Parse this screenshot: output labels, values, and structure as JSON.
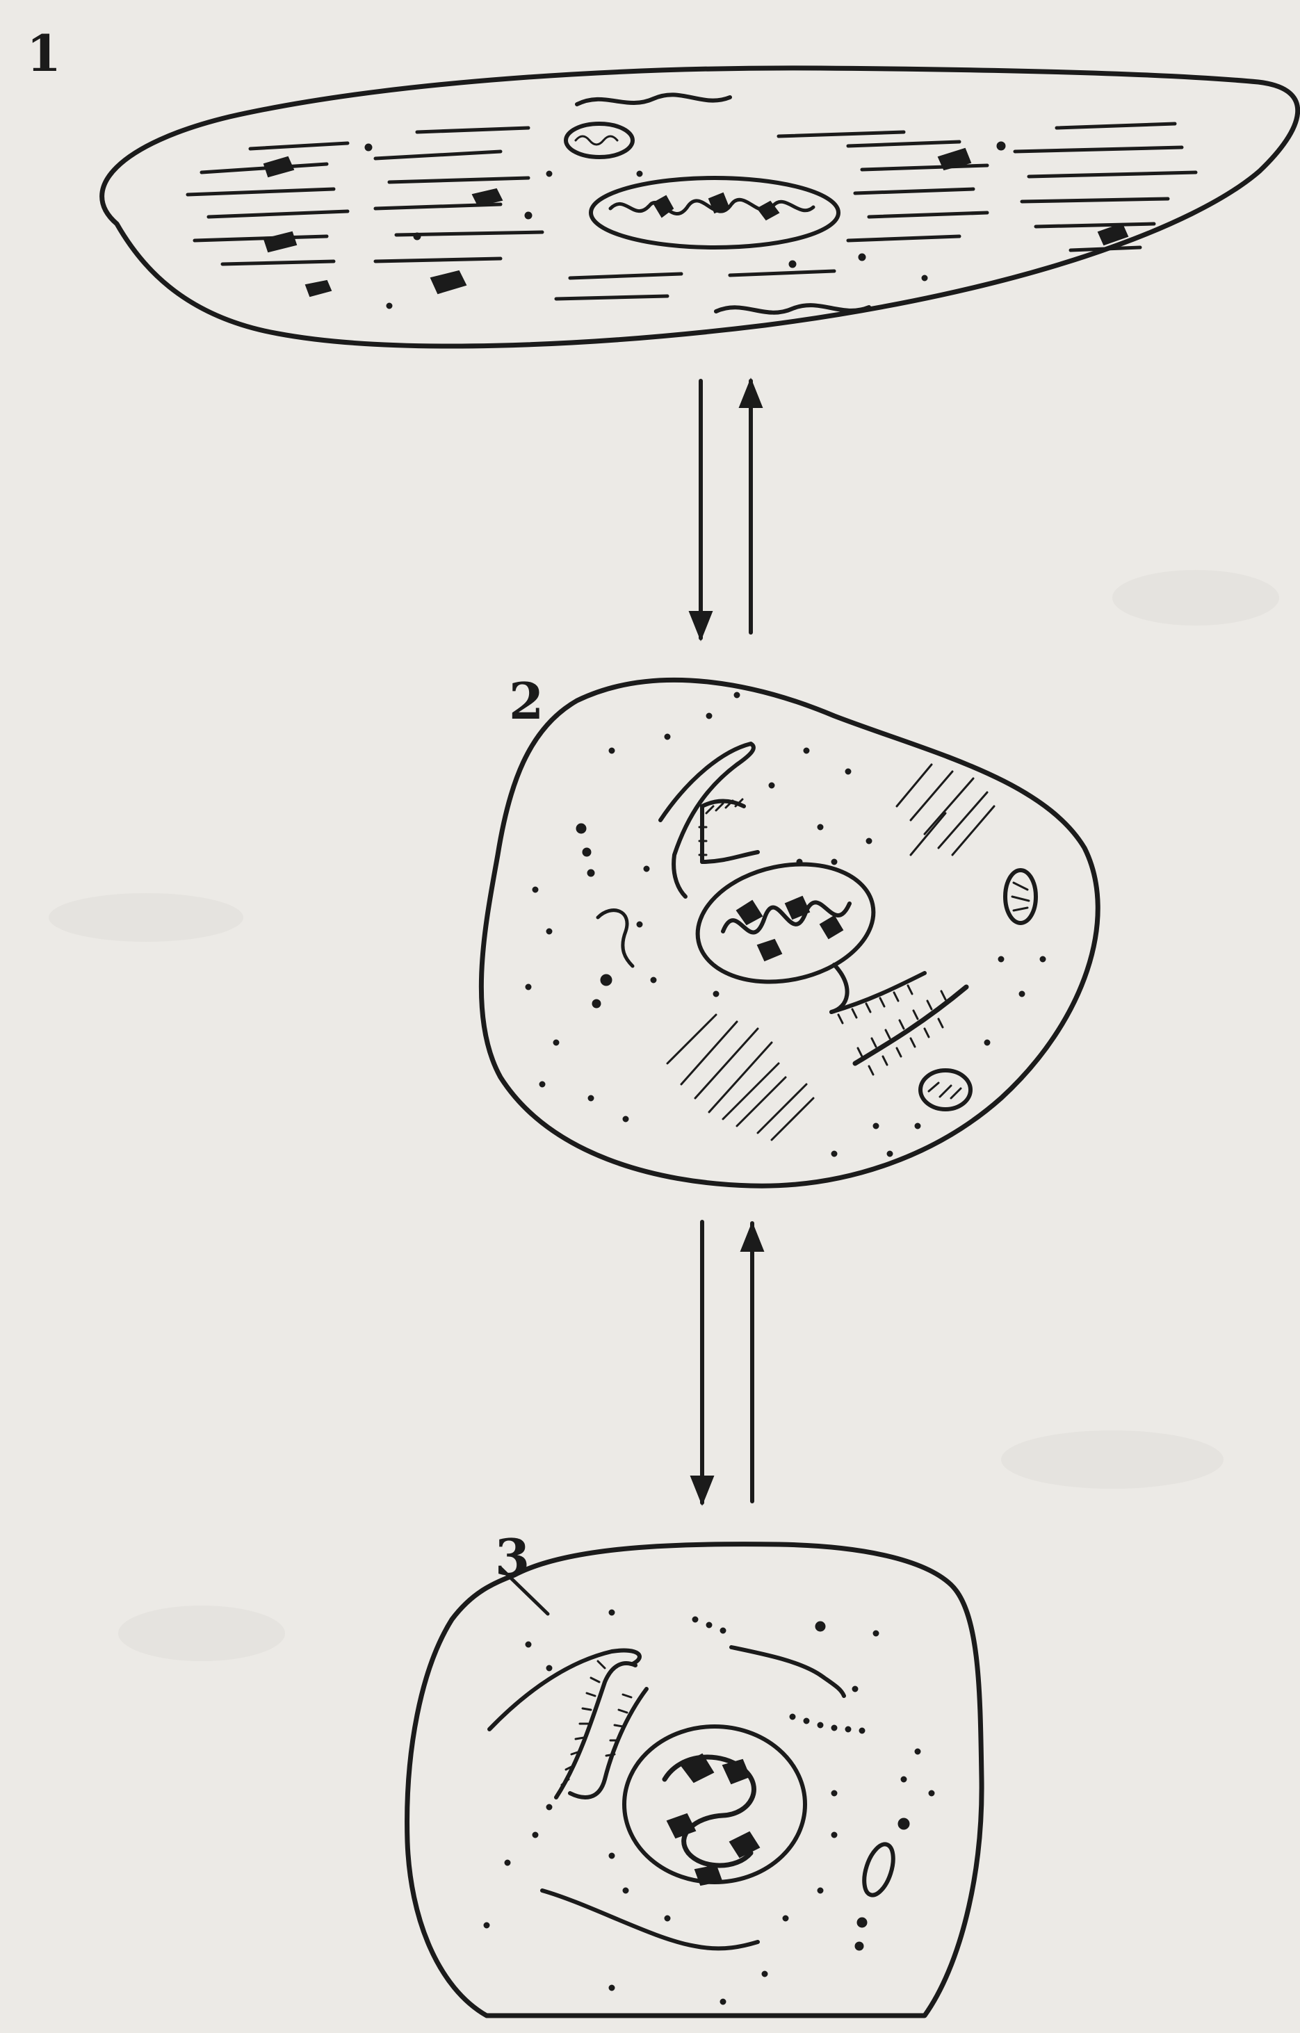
{
  "labels": {
    "cell_1": "1",
    "cell_2": "2",
    "cell_3": "3"
  },
  "colors": {
    "background": "#eceae6",
    "ink": "#1b1b1b"
  }
}
